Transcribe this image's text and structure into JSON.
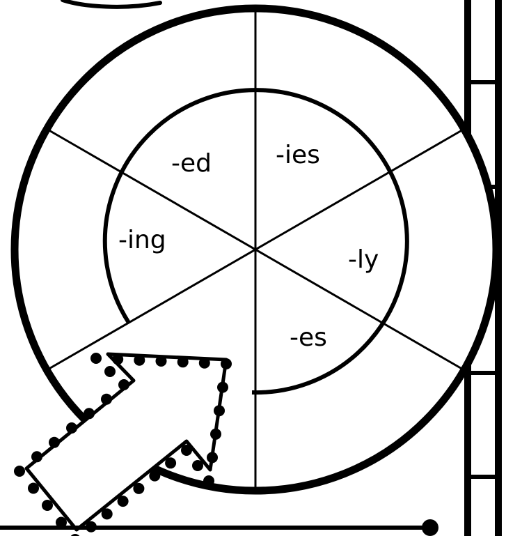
{
  "wheel": {
    "suffixes": [
      {
        "key": "ed",
        "label": "-ed"
      },
      {
        "key": "ies",
        "label": "-ies"
      },
      {
        "key": "ing",
        "label": "-ing"
      },
      {
        "key": "ly",
        "label": "-ly"
      },
      {
        "key": "es",
        "label": "-es"
      }
    ]
  },
  "colors": {
    "ink": "#000000",
    "paper": "#ffffff"
  }
}
